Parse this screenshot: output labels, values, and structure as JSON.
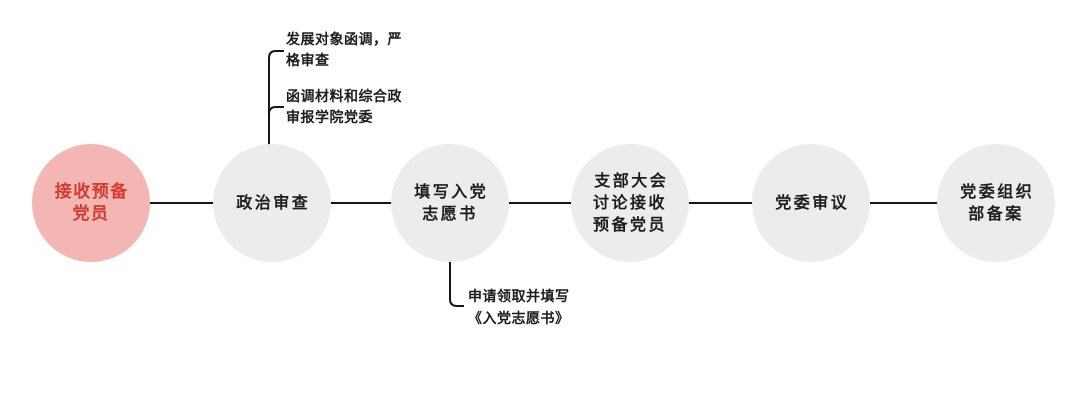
{
  "diagram": {
    "nodes": [
      {
        "label": "接收预备\n党员",
        "highlight": true
      },
      {
        "label": "政治审查",
        "highlight": false
      },
      {
        "label": "填写入党\n志愿书",
        "highlight": false
      },
      {
        "label": "支部大会\n讨论接收\n预备党员",
        "highlight": false
      },
      {
        "label": "党委审议",
        "highlight": false
      },
      {
        "label": "党委组织\n部备案",
        "highlight": false
      }
    ],
    "annotations": [
      {
        "text": "发展对象函调，严\n格审查"
      },
      {
        "text": "函调材料和综合政\n审报学院党委"
      },
      {
        "text": "申请领取并填写\n《入党志愿书》"
      }
    ],
    "colors": {
      "highlight_circle_bg": "#f3b6b3",
      "highlight_text": "#d53a2f",
      "circle_bg": "#ececec",
      "text": "#1c1c1c",
      "line": "#161616"
    }
  }
}
